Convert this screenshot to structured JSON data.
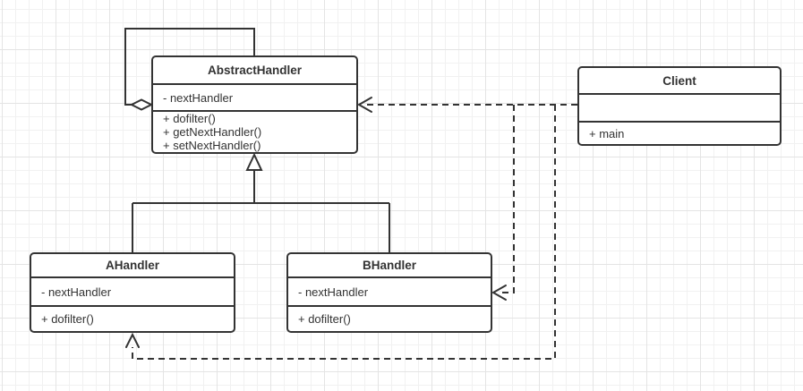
{
  "diagram": {
    "type": "uml-class-diagram",
    "classes": [
      {
        "id": "abstract_handler",
        "title": "AbstractHandler",
        "fields": [
          "- nextHandler"
        ],
        "methods": [
          "+ dofilter()",
          "+ getNextHandler()",
          "+ setNextHandler()"
        ]
      },
      {
        "id": "client",
        "title": "Client",
        "fields": [],
        "methods": [
          "+ main"
        ]
      },
      {
        "id": "a_handler",
        "title": "AHandler",
        "fields": [
          "- nextHandler"
        ],
        "methods": [
          "+ dofilter()"
        ]
      },
      {
        "id": "b_handler",
        "title": "BHandler",
        "fields": [
          "- nextHandler"
        ],
        "methods": [
          "+ dofilter()"
        ]
      }
    ],
    "relations": [
      {
        "type": "aggregation-self",
        "from": "AbstractHandler",
        "to": "AbstractHandler"
      },
      {
        "type": "inheritance",
        "from": "AHandler",
        "to": "AbstractHandler"
      },
      {
        "type": "inheritance",
        "from": "BHandler",
        "to": "AbstractHandler"
      },
      {
        "type": "dependency",
        "from": "Client",
        "to": "AbstractHandler"
      },
      {
        "type": "dependency",
        "from": "Client",
        "to": "BHandler"
      },
      {
        "type": "dependency",
        "from": "Client",
        "to": "AHandler"
      }
    ],
    "colors": {
      "line": "#333333",
      "box_border": "#333333",
      "box_background": "#ffffff",
      "text": "#333333",
      "grid_minor": "#f1f1f1",
      "grid_major": "#e4e4e4",
      "canvas_background": "#ffffff"
    }
  }
}
